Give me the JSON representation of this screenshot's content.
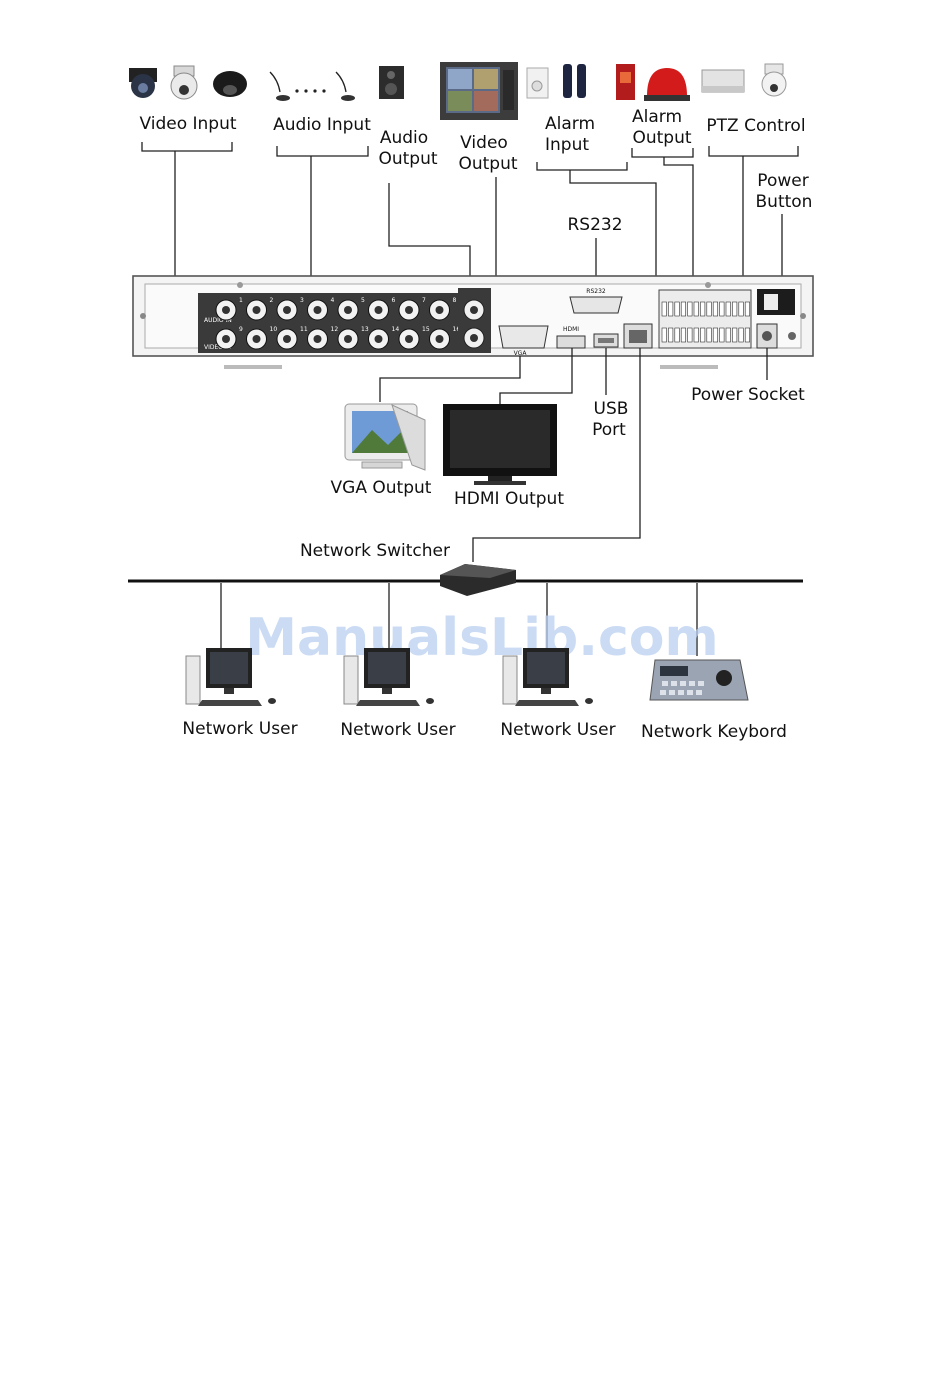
{
  "labels": {
    "video_input": "Video Input",
    "audio_input": "Audio Input",
    "audio_output_1": "Audio",
    "audio_output_2": "Output",
    "video_output_1": "Video",
    "video_output_2": "Output",
    "alarm_input_1": "Alarm",
    "alarm_input_2": "Input",
    "alarm_output_1": "Alarm",
    "alarm_output_2": "Output",
    "ptz_control": "PTZ Control",
    "power_button_1": "Power",
    "power_button_2": "Button",
    "rs232": "RS232",
    "power_socket": "Power Socket",
    "usb_port_1": "USB",
    "usb_port_2": "Port",
    "vga_output": "VGA Output",
    "hdmi_output": "HDMI Output",
    "network_switcher": "Network Switcher",
    "network_user_1": "Network User",
    "network_user_2": "Network User",
    "network_user_3": "Network User",
    "network_keyboard": "Network Keybord"
  },
  "panel": {
    "video_in_tag": "VIDEO IN",
    "audio_in_tag": "AUDIO IN",
    "vga_tag": "VGA",
    "hdmi_tag": "HDMI",
    "rs232_tag": "RS232",
    "bnc_numbers": [
      "1",
      "2",
      "3",
      "4",
      "5",
      "6",
      "7",
      "8",
      "9",
      "10",
      "11",
      "12",
      "13",
      "14",
      "15",
      "16"
    ]
  },
  "watermark": "ManualsLib.com"
}
